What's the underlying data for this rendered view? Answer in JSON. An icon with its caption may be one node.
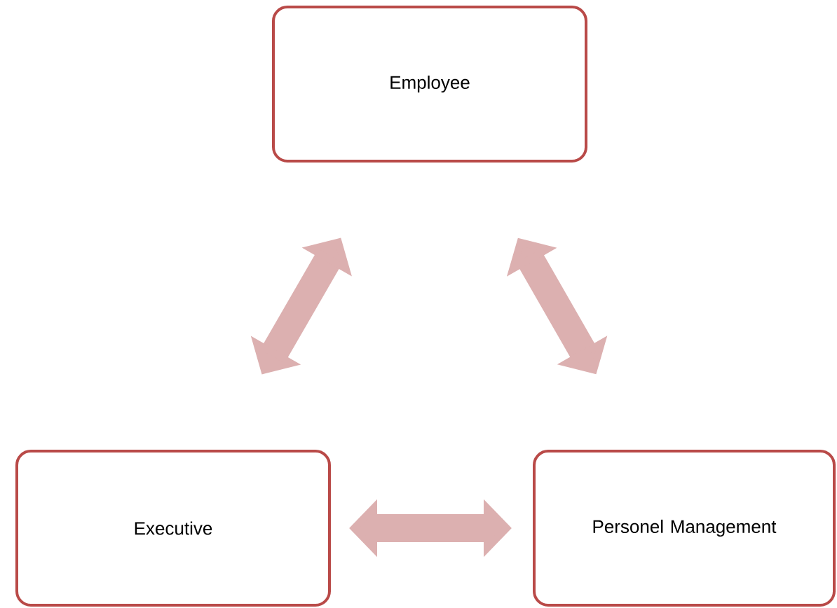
{
  "diagram": {
    "nodes": [
      {
        "text": [
          "Employee"
        ]
      },
      {
        "text": [
          "Executive"
        ]
      },
      {
        "text": [
          "Personel Management"
        ]
      }
    ],
    "edges": [
      {
        "from": 0,
        "to": 1,
        "arrow": "both"
      },
      {
        "from": 0,
        "to": 2,
        "arrow": "both"
      },
      {
        "from": 1,
        "to": 2,
        "arrow": "both"
      }
    ]
  }
}
